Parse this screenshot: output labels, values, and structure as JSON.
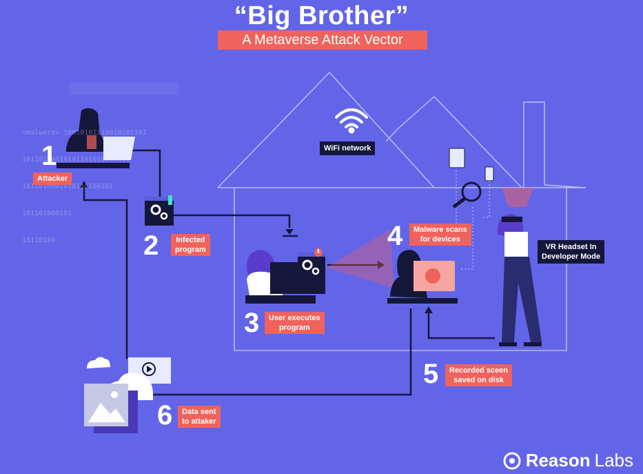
{
  "header": {
    "title": "“Big Brother”",
    "subtitle": "A Metaverse Attack Vector"
  },
  "binary_text": {
    "line1": "<malware> 10010101110010101101",
    "line2": "10110100010101101010101010",
    "line3": "1011010001010110100101",
    "line4": "101101000101",
    "line5": "10110100"
  },
  "steps": [
    {
      "number": "1",
      "label": "Attacker"
    },
    {
      "number": "2",
      "label_line1": "Infected",
      "label_line2": "program"
    },
    {
      "number": "3",
      "label_line1": "User executes",
      "label_line2": "program"
    },
    {
      "number": "4",
      "label_line1": "Malware scans",
      "label_line2": "for devices"
    },
    {
      "number": "5",
      "label_line1": "Recorded sceen",
      "label_line2": "saved on disk"
    },
    {
      "number": "6",
      "label_line1": "Data sent",
      "label_line2": "to attaker"
    }
  ],
  "wifi_label": "WiFi network",
  "vr_label": {
    "line1": "VR Headset In",
    "line2": "Developer Mode"
  },
  "brand": {
    "reason": "Reason",
    "labs": "Labs"
  },
  "colors": {
    "background": "#6365e8",
    "accent": "#f0625c",
    "dark": "#15173a",
    "house_line": "#b9bdf6"
  }
}
